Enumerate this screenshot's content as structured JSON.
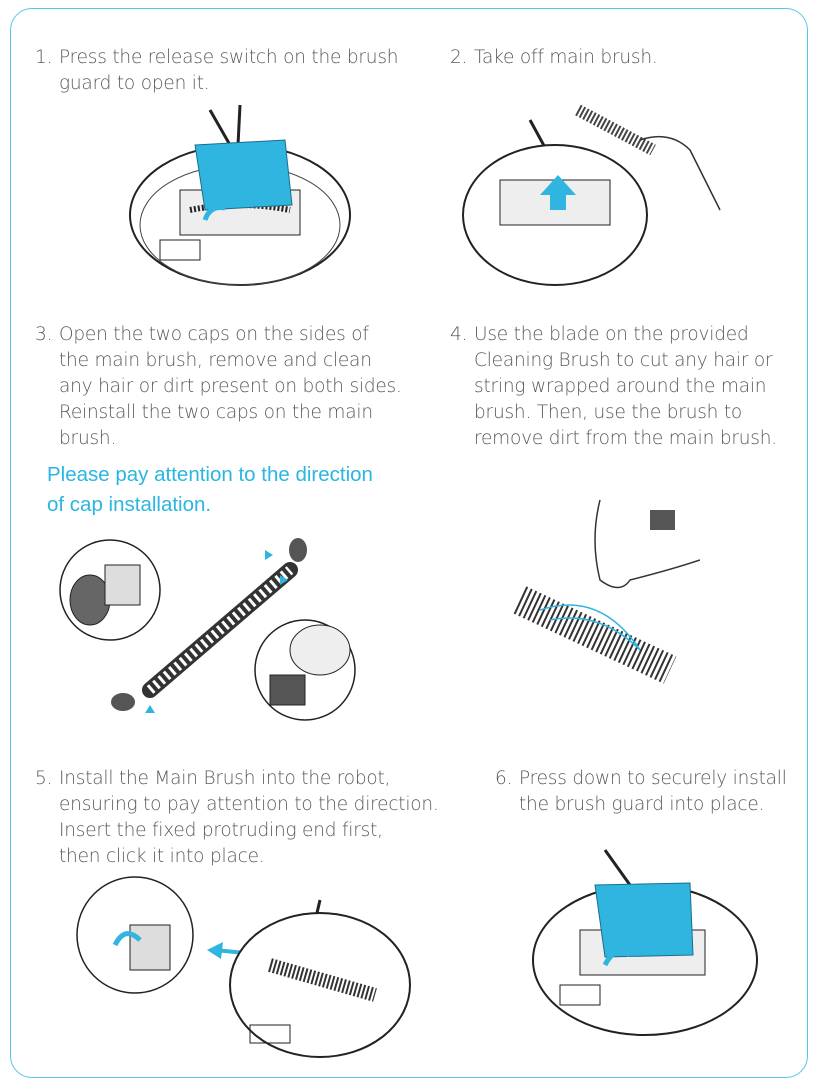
{
  "steps": [
    {
      "num": "1.",
      "text": "Press the release switch on the brush\nguard to open it."
    },
    {
      "num": "2.",
      "text": "Take off main brush."
    },
    {
      "num": "3.",
      "text": "Open the two caps on the sides of\nthe main brush, remove and clean\nany hair or dirt present on both sides.\nReinstall the two caps on the main\nbrush."
    },
    {
      "num": "4.",
      "text": "Use the blade on the provided\nCleaning Brush to cut any hair or\nstring wrapped around the main\nbrush. Then, use the brush to\nremove dirt from the main brush."
    },
    {
      "num": "5.",
      "text": "Install the Main Brush into the robot,\nensuring to pay attention to the direction.\nInsert the fixed protruding end first,\nthen click it into place."
    },
    {
      "num": "6.",
      "text": "Press down to securely install\nthe brush guard into place."
    }
  ],
  "note": "Please pay attention to the direction\nof cap installation.",
  "colors": {
    "accent": "#29b6e0",
    "text": "#5a5a5a",
    "border": "#5cc3e6"
  }
}
